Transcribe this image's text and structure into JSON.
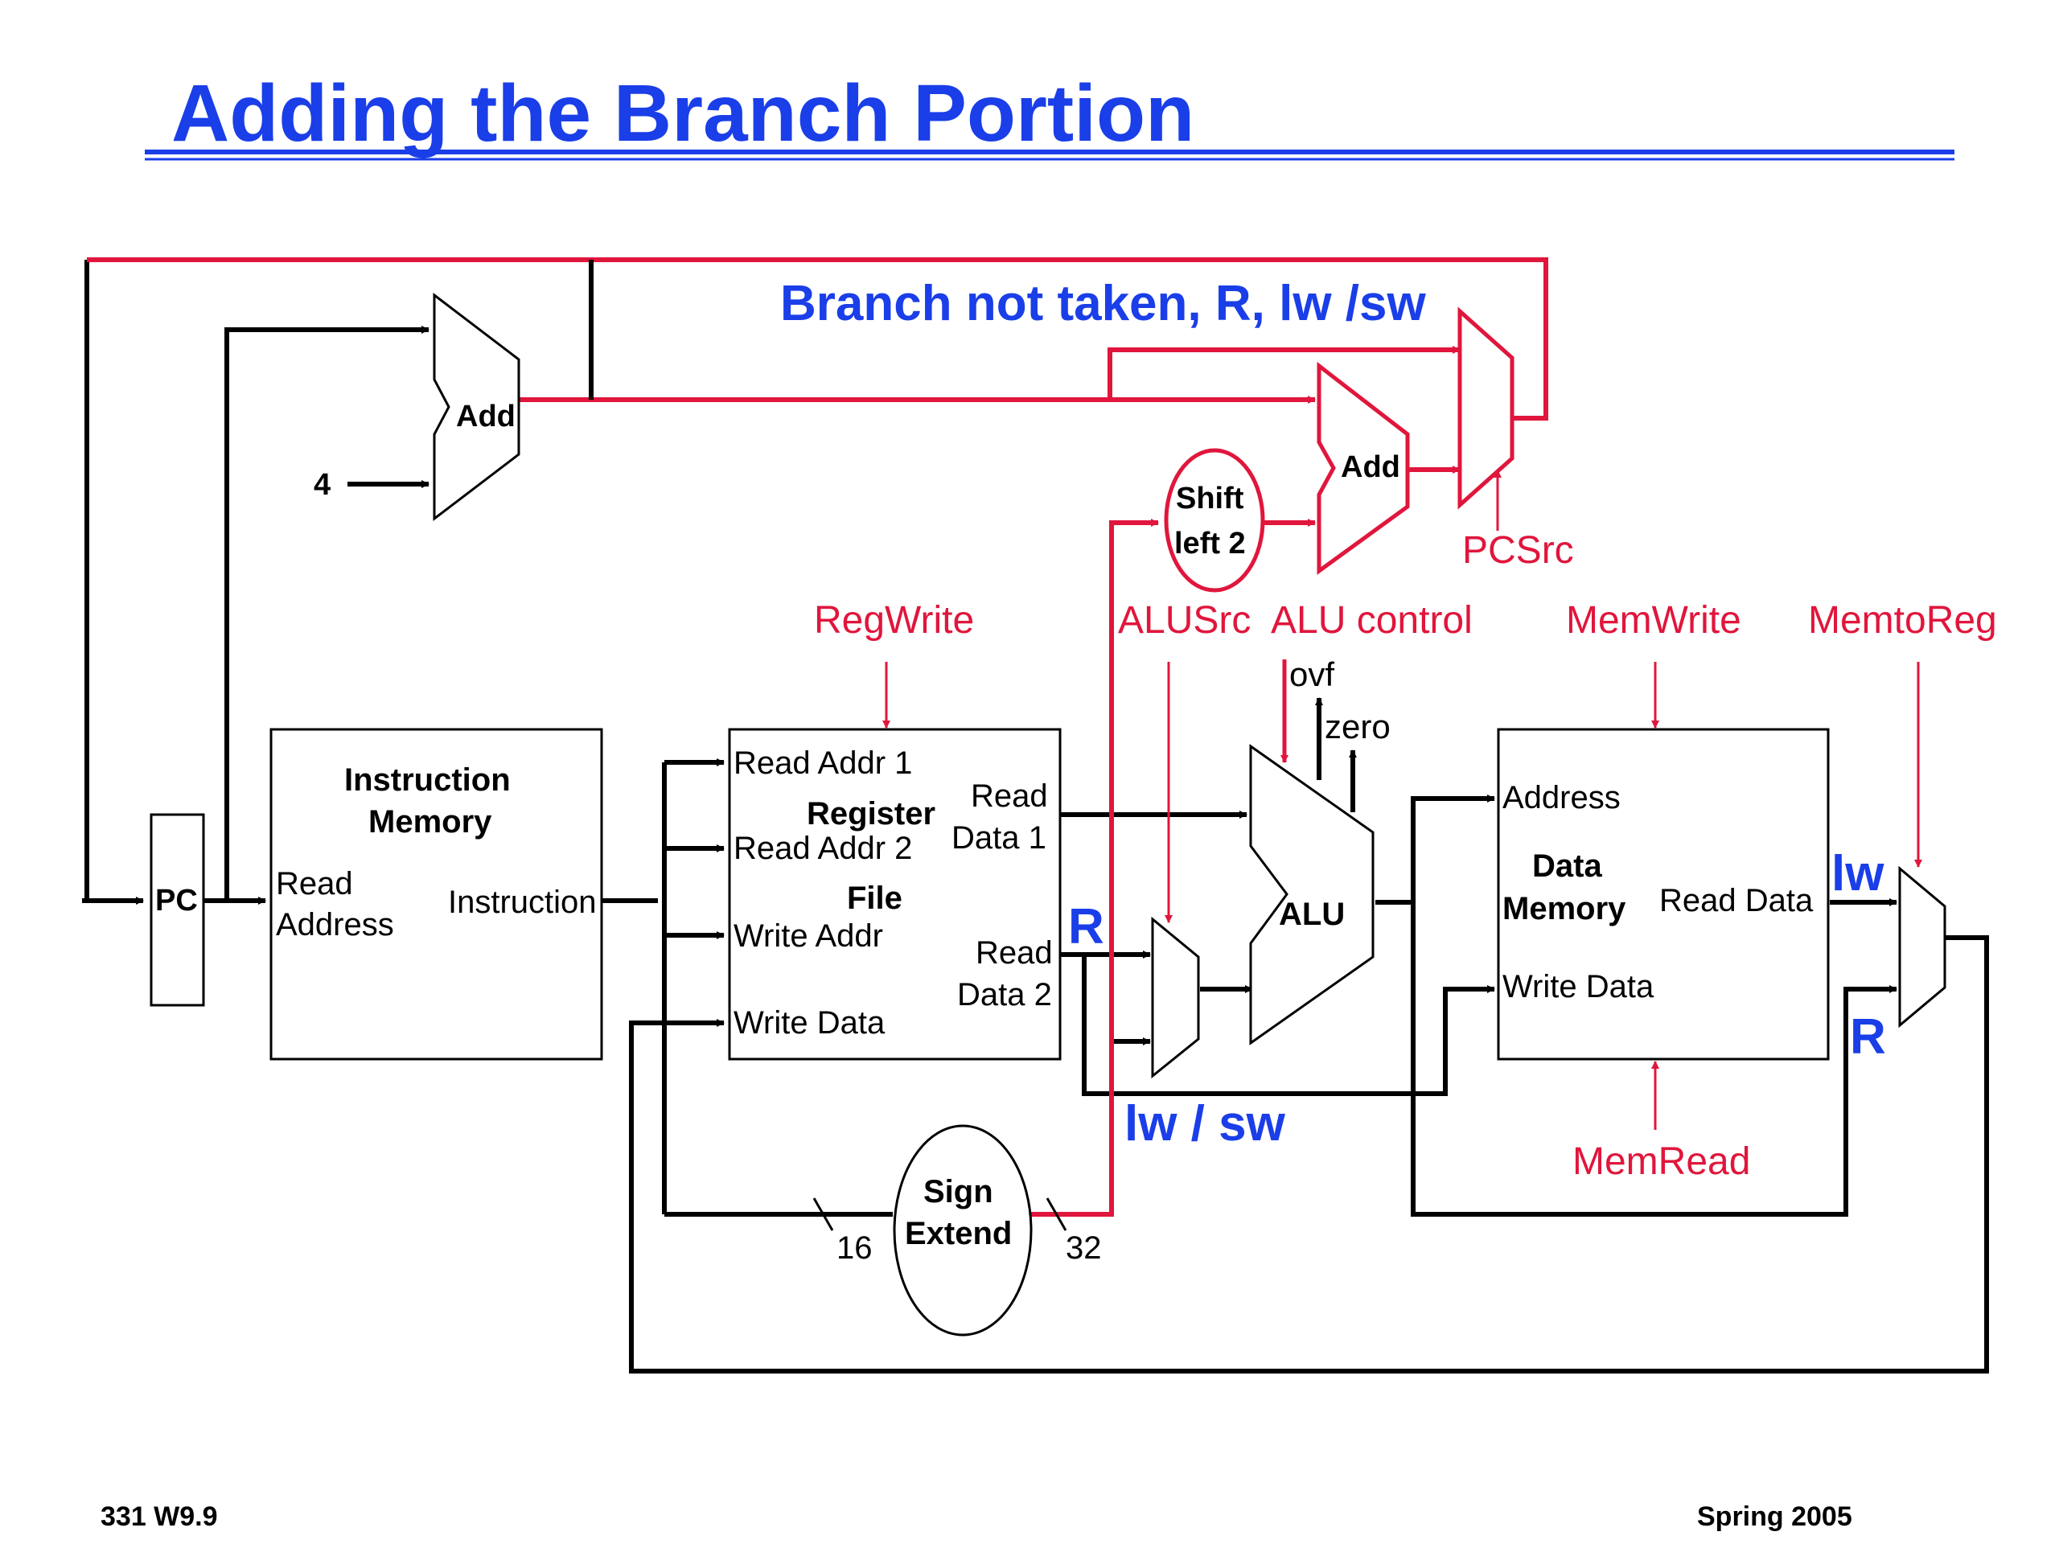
{
  "slide": {
    "title": "Adding the Branch Portion",
    "footer_left": "331  W9.9",
    "footer_right": "Spring 2005"
  },
  "colors": {
    "title": "#1a3ee8",
    "active_path": "#e0163c",
    "control": "#e0163c",
    "wire": "#000000"
  },
  "annotations": {
    "branch_not_taken": "Branch not taken, R, lw /sw",
    "lw_sw": "lw / sw",
    "r_alu": "R",
    "lw_mux": "lw",
    "r_mux": "R"
  },
  "components": {
    "pc": "PC",
    "adder_pc": "Add",
    "const_four": "4",
    "adder_branch": "Add",
    "shift_left": [
      "Shift",
      "left 2"
    ],
    "instr_mem": {
      "title": [
        "Instruction",
        "Memory"
      ],
      "read_address": [
        "Read",
        "Address"
      ],
      "instruction": "Instruction"
    },
    "register_file": {
      "read_addr_1": "Read Addr 1",
      "read_addr_2": "Read Addr 2",
      "write_addr": "Write Addr",
      "write_data": "Write Data",
      "title": [
        "Register",
        "File"
      ],
      "read_data_1": [
        "Read",
        "Data 1"
      ],
      "read_data_2": [
        "Read",
        "Data 2"
      ]
    },
    "alu": "ALU",
    "alu_flags": {
      "ovf": "ovf",
      "zero": "zero"
    },
    "data_memory": {
      "address": "Address",
      "title": [
        "Data",
        "Memory"
      ],
      "read_data": "Read Data",
      "write_data": "Write Data"
    },
    "sign_extend": {
      "label": [
        "Sign",
        "Extend"
      ],
      "in_width": "16",
      "out_width": "32"
    }
  },
  "control_signals": {
    "reg_write": "RegWrite",
    "alu_src": "ALUSrc",
    "alu_control": "ALU control",
    "mem_write": "MemWrite",
    "mem_to_reg": "MemtoReg",
    "pc_src": "PCSrc",
    "mem_read": "MemRead"
  }
}
